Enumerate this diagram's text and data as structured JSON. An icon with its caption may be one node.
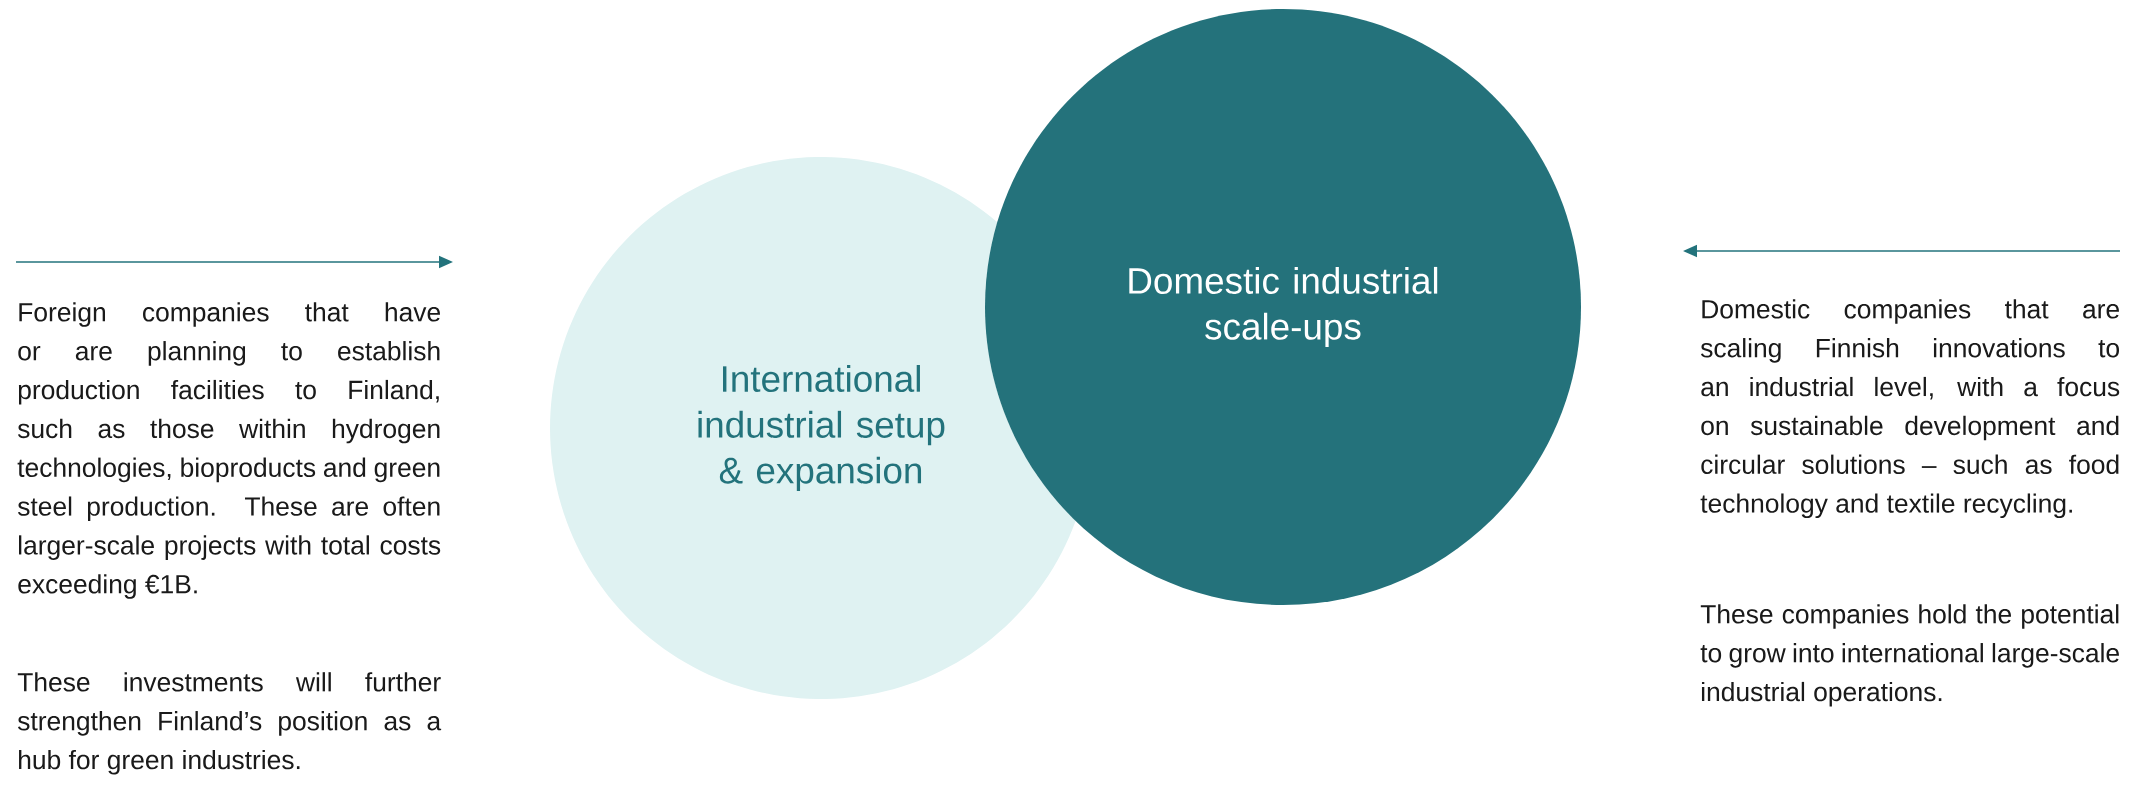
{
  "diagram": {
    "nodes": [
      {
        "text": [
          "International industrial setup & expansion"
        ]
      },
      {
        "text": [
          "Domestic industrial scale-ups"
        ]
      }
    ],
    "labels": [
      "Foreign companies that have or are planning to establish production facilities to Finland, such as those within hydrogen technologies, bioproducts and green steel production. These are often larger-scale projects with total costs exceeding €1B.",
      "These investments will further strengthen Finland’s position as a hub for green industries.",
      "Domestic companies that are scaling Finnish innovations to an industrial level, with a focus on sustainable development and circular solutions – such as food technology and textile recycling.",
      "These companies hold the potential to grow into international large-scale industrial operations."
    ]
  }
}
